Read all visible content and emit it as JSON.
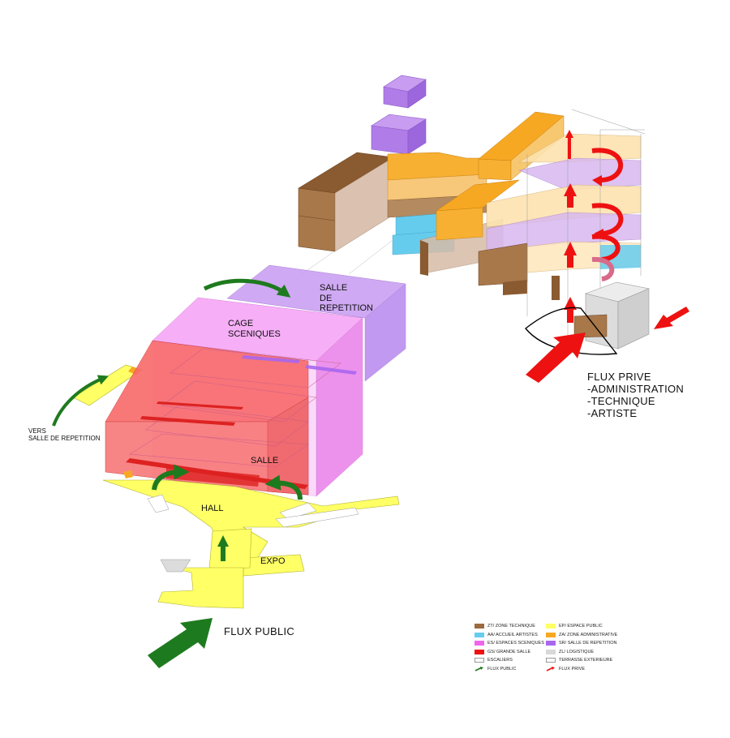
{
  "labels": {
    "salle_de_repetition": [
      "SALLE",
      "DE",
      "REPETITION"
    ],
    "cage_sceniques": [
      "CAGE",
      "SCENIQUES"
    ],
    "salle": "SALLE",
    "hall": "HALL",
    "expo": "EXPO",
    "vers_salle": [
      "VERS",
      "SALLE DE REPETITION"
    ],
    "flux_public": "FLUX PUBLIC",
    "flux_prive": [
      "FLUX PRIVE",
      "-ADMINISTRATION",
      "-TECHNIQUE",
      "-ARTISTE"
    ]
  },
  "legend": {
    "left": [
      {
        "label": "ZT/ ZONE TECHNIQUE",
        "color": "#9b6a3f"
      },
      {
        "label": "AA/ ACCUEIL ARTISTES",
        "color": "#66ccee"
      },
      {
        "label": "ES/ ESPACES SCENIQUES",
        "color": "#ee66ee"
      },
      {
        "label": "GS/ GRANDE SALLE",
        "color": "#ee1111"
      },
      {
        "label": "ESCALIERS",
        "color": "#ffffff"
      },
      {
        "label": "FLUX PUBLIC",
        "color": "#1e7a1e",
        "icon": "green-arrow-icon"
      }
    ],
    "right": [
      {
        "label": "EP/ ESPACE PUBLIC",
        "color": "#ffff66"
      },
      {
        "label": "ZA/ ZONE ADMINISTRATIVE",
        "color": "#f7a823"
      },
      {
        "label": "SR/ SALLE DE REPETITION",
        "color": "#aa66ee"
      },
      {
        "label": "ZL/ LOGISTIQUE",
        "color": "#d8d8d8"
      },
      {
        "label": "TERRASSE EXTERIEURE",
        "color": "#ffffff"
      },
      {
        "label": "FLUX PRIVE",
        "color": "#ee1111",
        "icon": "red-arrow-icon"
      }
    ]
  },
  "colors": {
    "technique": "#9b6a3f",
    "accueil": "#66ccee",
    "scenique": "#ee66ee",
    "grande_salle": "#ee1111",
    "public": "#ffff66",
    "admin": "#f7a823",
    "repetition": "#aa66ee",
    "logistique": "#d8d8d8",
    "flux_public": "#1e7a1e",
    "flux_prive": "#ee1111"
  }
}
